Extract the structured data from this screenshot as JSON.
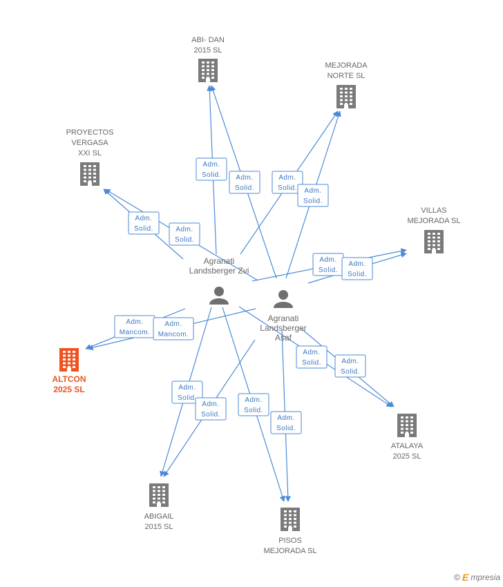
{
  "persons": [
    {
      "id": "p1",
      "label": [
        "Agranati",
        "Landsberger Zvi"
      ]
    },
    {
      "id": "p2",
      "label": [
        "Agranati",
        "Landsberger",
        "Asaf"
      ]
    }
  ],
  "companies": [
    {
      "id": "abidan",
      "label": [
        "ABI- DAN",
        "2015 SL"
      ]
    },
    {
      "id": "mejnorte",
      "label": [
        "MEJORADA",
        "NORTE SL"
      ]
    },
    {
      "id": "proyectos",
      "label": [
        "PROYECTOS",
        "VERGASA",
        "XXI SL"
      ]
    },
    {
      "id": "villas",
      "label": [
        "VILLAS",
        "MEJORADA SL"
      ]
    },
    {
      "id": "altcon",
      "label": [
        "ALTCON",
        "2025  SL"
      ],
      "highlight": true
    },
    {
      "id": "atalaya",
      "label": [
        "ATALAYA",
        "2025 SL"
      ]
    },
    {
      "id": "abigail",
      "label": [
        "ABIGAIL",
        "2015 SL"
      ]
    },
    {
      "id": "pisos",
      "label": [
        "PISOS",
        "MEJORADA SL"
      ]
    }
  ],
  "edge_labels": {
    "solid": [
      "Adm.",
      "Solid."
    ],
    "mancom": [
      "Adm.",
      "Mancom."
    ]
  },
  "edges": [
    {
      "from": "p1",
      "to": "abidan",
      "type": "solid"
    },
    {
      "from": "p2",
      "to": "abidan",
      "type": "solid"
    },
    {
      "from": "p1",
      "to": "mejnorte",
      "type": "solid"
    },
    {
      "from": "p2",
      "to": "mejnorte",
      "type": "solid"
    },
    {
      "from": "p1",
      "to": "proyectos",
      "type": "solid"
    },
    {
      "from": "p2",
      "to": "proyectos",
      "type": "solid"
    },
    {
      "from": "p1",
      "to": "villas",
      "type": "solid"
    },
    {
      "from": "p2",
      "to": "villas",
      "type": "solid"
    },
    {
      "from": "p1",
      "to": "altcon",
      "type": "mancom"
    },
    {
      "from": "p2",
      "to": "altcon",
      "type": "mancom"
    },
    {
      "from": "p1",
      "to": "atalaya",
      "type": "solid"
    },
    {
      "from": "p2",
      "to": "atalaya",
      "type": "solid"
    },
    {
      "from": "p1",
      "to": "abigail",
      "type": "solid"
    },
    {
      "from": "p2",
      "to": "abigail",
      "type": "solid"
    },
    {
      "from": "p1",
      "to": "pisos",
      "type": "solid"
    },
    {
      "from": "p2",
      "to": "pisos",
      "type": "solid"
    }
  ],
  "colors": {
    "edge": "#4a8ad6",
    "building": "#7a7a7a",
    "highlight": "#f0531f",
    "person": "#6f6f6f"
  },
  "footer": {
    "copyright": "©",
    "brand_e": "E",
    "brand_rest": "mpresia"
  }
}
